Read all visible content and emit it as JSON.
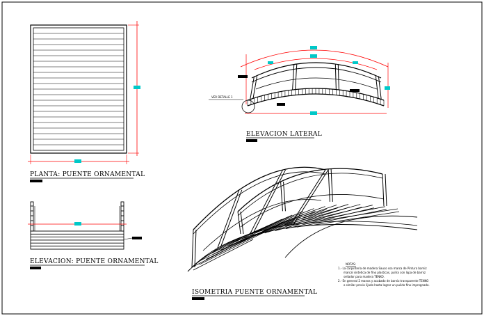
{
  "views": {
    "plan": {
      "title": "PLANTA: PUENTE ORNAMENTAL"
    },
    "side_elevation": {
      "title": "ELEVACION LATERAL",
      "callout": "VER DETALLE 1"
    },
    "front_elevation": {
      "title": "ELEVACION: PUENTE ORNAMENTAL"
    },
    "isometric": {
      "title": "ISOMETRIA PUENTE ORNAMENTAL"
    }
  },
  "notes": {
    "heading": "NOTAS:",
    "line1": "1.- La carpinteria de madera Sauco ssa marca de Pintura barniz",
    "line2": "marcal sintetica de fino plasticas, pulira con lapa de barniz",
    "line3": "sellador para madera TENKO.",
    "line4": "2.- En general 2 manos y acabado de barniz transparente TENKO",
    "line5": "o similar previo lijado hasta lograr un pulido fino impregnado."
  },
  "colors": {
    "line": "#000000",
    "dimension": "#ff0000",
    "dim_tag": "#00c8c8",
    "background": "#ffffff"
  }
}
